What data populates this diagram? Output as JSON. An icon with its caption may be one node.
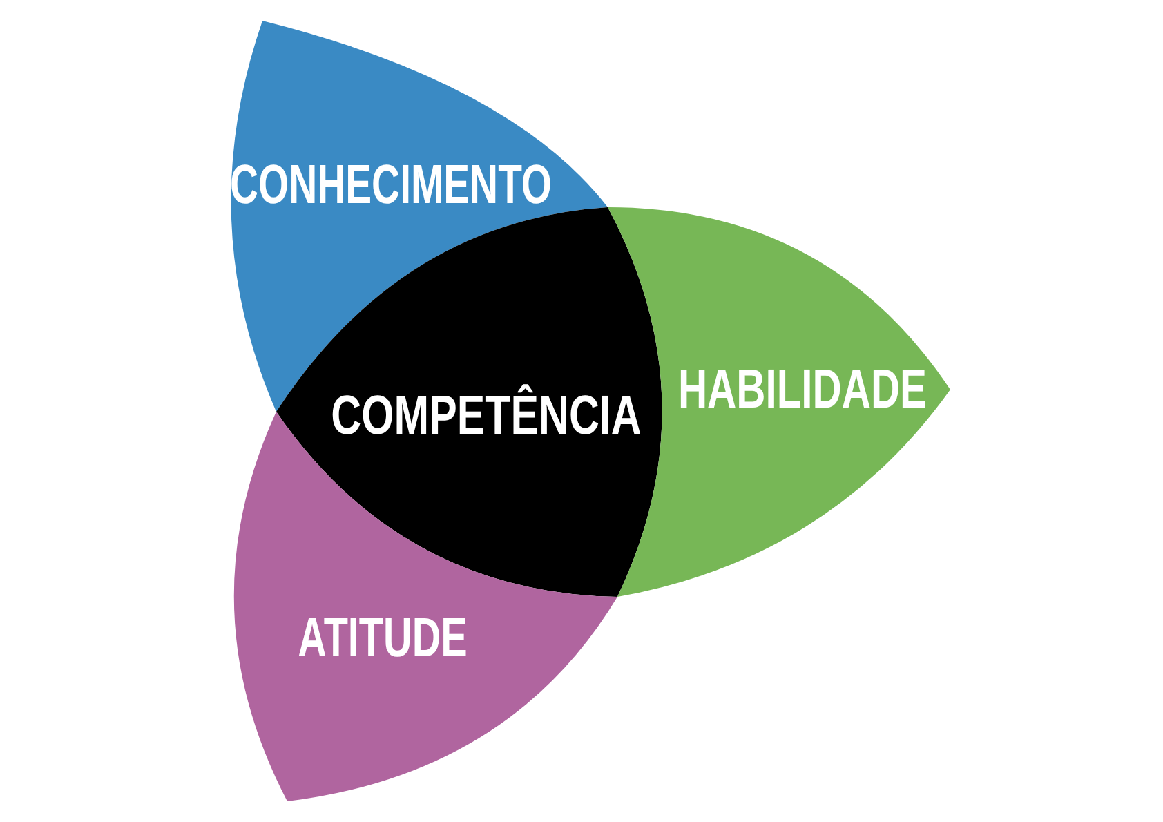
{
  "diagram": {
    "nodes": [
      {
        "text": [
          "CONHECIMENTO"
        ]
      },
      {
        "text": [
          "COMPETÊNCIA"
        ]
      },
      {
        "text": [
          "HABILIDADE"
        ]
      },
      {
        "text": [
          "ATITUDE"
        ]
      }
    ]
  }
}
